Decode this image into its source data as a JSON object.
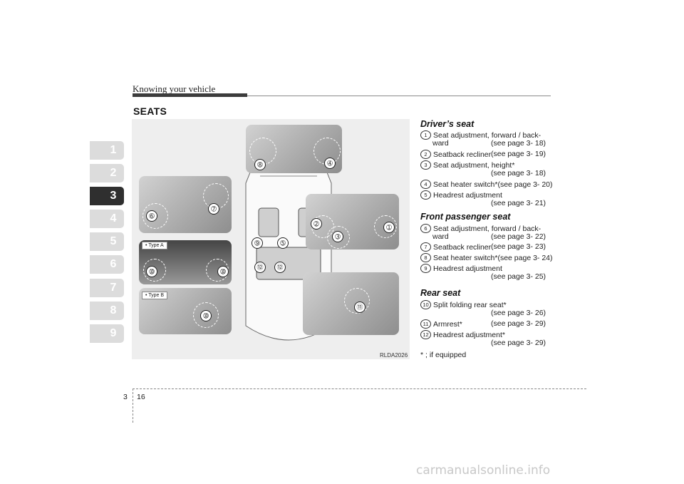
{
  "header": {
    "title": "Knowing your vehicle"
  },
  "section_title": "SEATS",
  "chapter_tabs": [
    {
      "label": "1",
      "active": false
    },
    {
      "label": "2",
      "active": false
    },
    {
      "label": "3",
      "active": true
    },
    {
      "label": "4",
      "active": false
    },
    {
      "label": "5",
      "active": false
    },
    {
      "label": "6",
      "active": false
    },
    {
      "label": "7",
      "active": false
    },
    {
      "label": "8",
      "active": false
    },
    {
      "label": "9",
      "active": false
    }
  ],
  "figure": {
    "code": "RLDA2026",
    "type_a": "• Type A",
    "type_b": "• Type B",
    "callouts": [
      "➀",
      "➁",
      "➂",
      "➃",
      "➄",
      "➅",
      "➆",
      "➇",
      "➈",
      "➉",
      "⑪",
      "⑫"
    ]
  },
  "drivers_seat": {
    "heading": "Driver’s seat",
    "items": [
      {
        "num": "1",
        "text": "Seat adjustment, forward / back-",
        "cont": "ward",
        "page": "(see page 3- 18)"
      },
      {
        "num": "2",
        "text": "Seatback recliner",
        "page": "(see page 3- 19)"
      },
      {
        "num": "3",
        "text": "Seat adjustment, height*",
        "page": "(see page 3- 18)"
      },
      {
        "num": "4",
        "text": "Seat heater switch*(see page 3- 20)"
      },
      {
        "num": "5",
        "text": "Headrest adjustment",
        "page": "(see page 3- 21)"
      }
    ]
  },
  "front_passenger_seat": {
    "heading": "Front passenger seat",
    "items": [
      {
        "num": "6",
        "text": "Seat adjustment, forward / back-",
        "cont": "ward",
        "page": "(see page 3- 22)"
      },
      {
        "num": "7",
        "text": "Seatback recliner",
        "page": "(see page 3- 23)"
      },
      {
        "num": "8",
        "text": "Seat heater switch*(see page 3- 24)"
      },
      {
        "num": "9",
        "text": "Headrest adjustment",
        "page": "(see page 3- 25)"
      }
    ]
  },
  "rear_seat": {
    "heading": "Rear seat",
    "items": [
      {
        "num": "10",
        "text": "Split folding rear seat*",
        "page": "(see page 3- 26)"
      },
      {
        "num": "11",
        "text": "Armrest*",
        "page": "(see page 3- 29)"
      },
      {
        "num": "12",
        "text": "Headrest adjustment*",
        "page": "(see page 3- 29)"
      }
    ]
  },
  "footnote": "* ; if equipped",
  "footer": {
    "chapter": "3",
    "page": "16"
  },
  "watermark": "carmanualsonline.info",
  "colors": {
    "active_tab": "#2f2f2f",
    "inactive_tab": "#dcdcdc"
  }
}
